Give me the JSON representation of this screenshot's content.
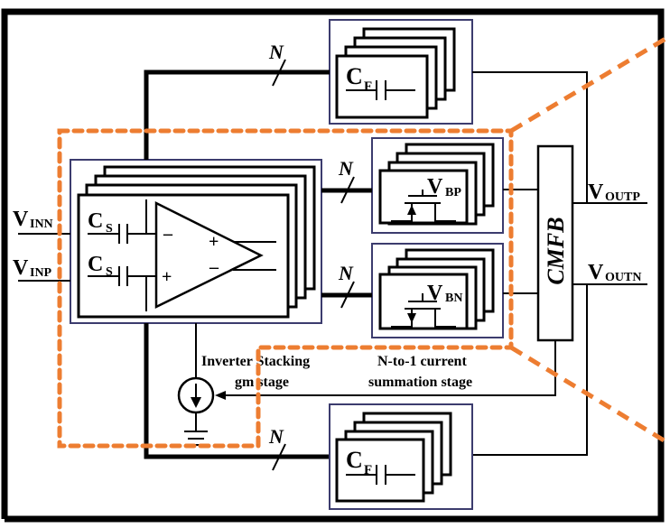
{
  "title": "Inverter-stacking gm-C integrator with N-to-1 current summation",
  "labels": {
    "bus_width": "N",
    "feedback_cap": "C",
    "feedback_cap_sub": "F",
    "sampling_cap": "C",
    "sampling_cap_sub": "S",
    "vinn": "V",
    "vinn_sub": "INN",
    "vinp": "V",
    "vinp_sub": "INP",
    "vbp": "V",
    "vbp_sub": "BP",
    "vbn": "V",
    "vbn_sub": "BN",
    "voutp": "V",
    "voutp_sub": "OUTP",
    "voutn": "V",
    "voutn_sub": "OUTN",
    "cmfb": "CMFB",
    "opamp_minus": "–",
    "opamp_plus": "+",
    "gm_stage_line1": "Inverter Stacking",
    "gm_stage_line2": "gm stage",
    "sum_stage_line1": "N-to-1 current",
    "sum_stage_line2": "summation stage"
  },
  "colors": {
    "highlight": "#ed7d31",
    "block_border": "#3c3c6e",
    "wire": "#000000"
  }
}
